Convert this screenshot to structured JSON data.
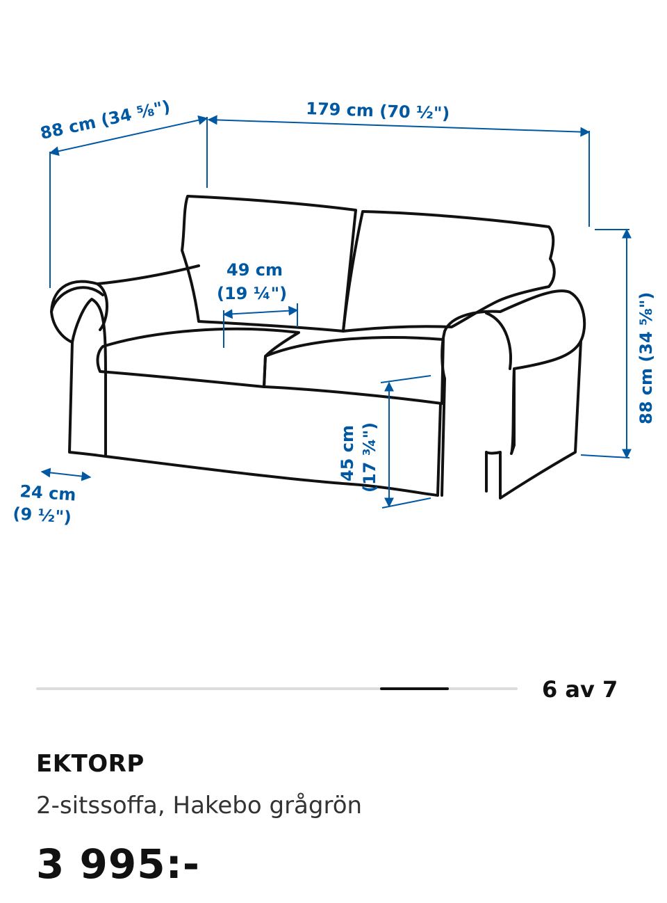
{
  "diagram": {
    "dimensions": {
      "depth": "88 cm (34 ⅝\")",
      "width": "179 cm (70 ½\")",
      "height": "88 cm (34 ⅝\")",
      "seat_depth_line1": "49 cm",
      "seat_depth_line2": "(19 ¼\")",
      "seat_height_line1": "45 cm",
      "seat_height_line2": "(17 ¾\")",
      "leg_line1": "24 cm",
      "leg_line2": "(9 ½\")"
    },
    "colors": {
      "dimension": "#0058a3",
      "outline": "#111111"
    }
  },
  "carousel": {
    "current": 6,
    "total": 7,
    "counter_text": "6 av 7"
  },
  "product": {
    "name": "EKTORP",
    "description": "2-sitssoffa, Hakebo grågrön",
    "price": "3 995:-"
  }
}
